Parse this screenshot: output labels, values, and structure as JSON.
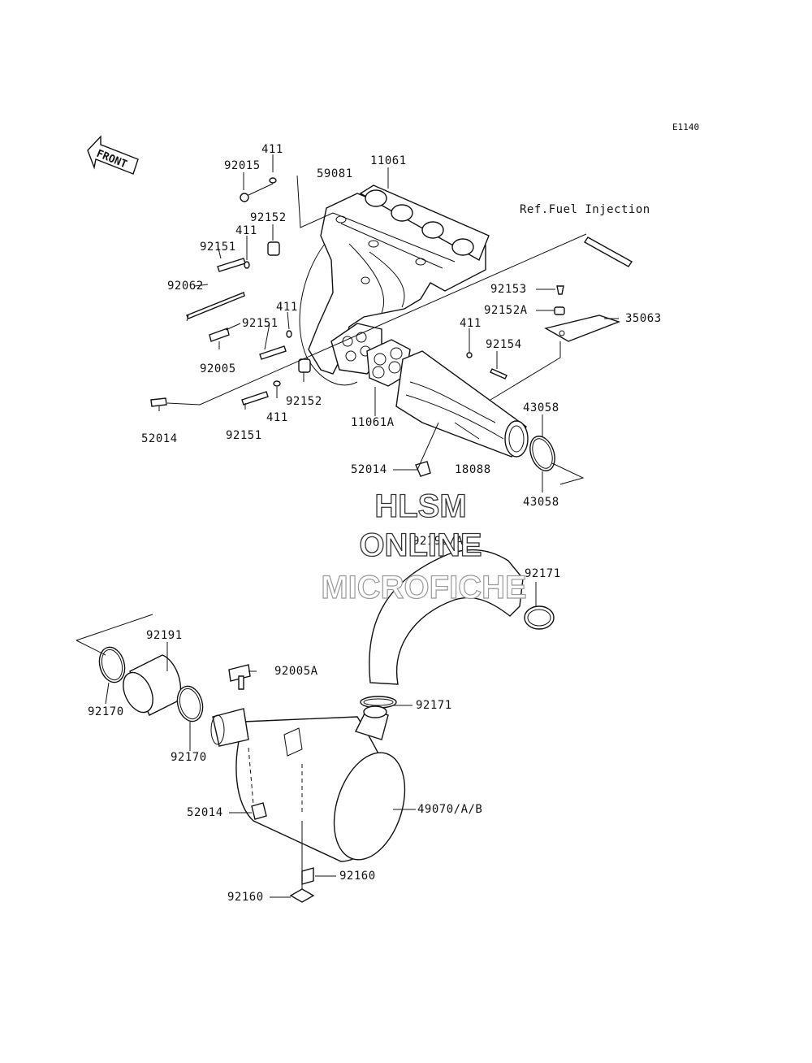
{
  "diagram_code": "E1140",
  "front_label": "FRONT",
  "ref_note": "Ref.Fuel Injection",
  "watermark": [
    "HLSM",
    "ONLINE",
    "MICROFICHE"
  ],
  "parts": {
    "p411_a": "411",
    "p92015": "92015",
    "p59081": "59081",
    "p11061": "11061",
    "p92152_a": "92152",
    "p411_b": "411",
    "p92151_a": "92151",
    "p92062": "92062",
    "p411_c": "411",
    "p92151_b": "92151",
    "p92005": "92005",
    "p92152_b": "92152",
    "p411_d": "411",
    "p92151_c": "92151",
    "p52014_a": "52014",
    "p11061A": "11061A",
    "p92153": "92153",
    "p92152A": "92152A",
    "p35063": "35063",
    "p411_e": "411",
    "p92154": "92154",
    "p43058_a": "43058",
    "p18088": "18088",
    "p52014_b": "52014",
    "p43058_b": "43058",
    "p92192A": "92192/A",
    "p92171_a": "92171",
    "p92191": "92191",
    "p92005A": "92005A",
    "p92170_a": "92170",
    "p92170_b": "92170",
    "p92171_b": "92171",
    "p52014_c": "52014",
    "p49070": "49070/A/B",
    "p92160_a": "92160",
    "p92160_b": "92160"
  }
}
